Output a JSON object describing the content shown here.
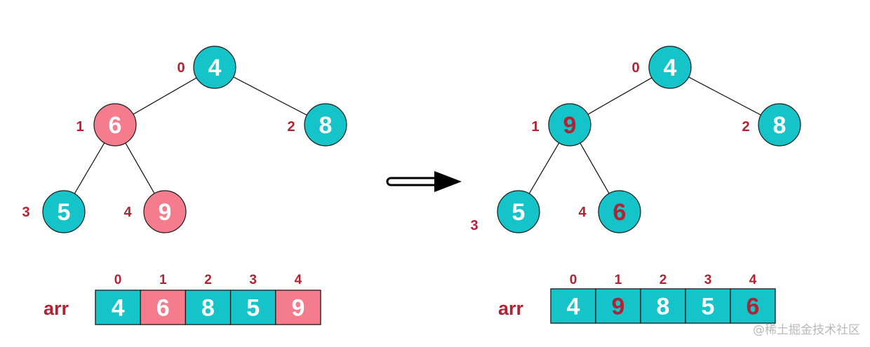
{
  "colors": {
    "teal": "#14C4C8",
    "pink": "#F47C8C",
    "label_red": "#B22233",
    "white": "#FFFFFF",
    "edge": "#1a1a1a"
  },
  "array_name": "arr",
  "before": {
    "nodes": [
      {
        "index": "0",
        "value": "4",
        "fill": "teal",
        "text": "white"
      },
      {
        "index": "1",
        "value": "6",
        "fill": "pink",
        "text": "white"
      },
      {
        "index": "2",
        "value": "8",
        "fill": "teal",
        "text": "white"
      },
      {
        "index": "3",
        "value": "5",
        "fill": "teal",
        "text": "white"
      },
      {
        "index": "4",
        "value": "9",
        "fill": "pink",
        "text": "white"
      }
    ],
    "edges": [
      [
        0,
        1
      ],
      [
        0,
        2
      ],
      [
        1,
        3
      ],
      [
        1,
        4
      ]
    ],
    "array": [
      {
        "index": "0",
        "value": "4",
        "fill": "teal",
        "text": "white"
      },
      {
        "index": "1",
        "value": "6",
        "fill": "pink",
        "text": "white"
      },
      {
        "index": "2",
        "value": "8",
        "fill": "teal",
        "text": "white"
      },
      {
        "index": "3",
        "value": "5",
        "fill": "teal",
        "text": "white"
      },
      {
        "index": "4",
        "value": "9",
        "fill": "pink",
        "text": "white"
      }
    ]
  },
  "after": {
    "nodes": [
      {
        "index": "0",
        "value": "4",
        "fill": "teal",
        "text": "white"
      },
      {
        "index": "1",
        "value": "9",
        "fill": "teal",
        "text": "label_red"
      },
      {
        "index": "2",
        "value": "8",
        "fill": "teal",
        "text": "white"
      },
      {
        "index": "3",
        "value": "5",
        "fill": "teal",
        "text": "white"
      },
      {
        "index": "4",
        "value": "6",
        "fill": "teal",
        "text": "label_red"
      }
    ],
    "edges": [
      [
        0,
        1
      ],
      [
        0,
        2
      ],
      [
        1,
        3
      ],
      [
        1,
        4
      ]
    ],
    "array": [
      {
        "index": "0",
        "value": "4",
        "fill": "teal",
        "text": "white"
      },
      {
        "index": "1",
        "value": "9",
        "fill": "teal",
        "text": "label_red"
      },
      {
        "index": "2",
        "value": "8",
        "fill": "teal",
        "text": "white"
      },
      {
        "index": "3",
        "value": "5",
        "fill": "teal",
        "text": "white"
      },
      {
        "index": "4",
        "value": "6",
        "fill": "teal",
        "text": "label_red"
      }
    ]
  },
  "arrow_icon": "right-arrow-icon",
  "watermark": "@稀土掘金技术社区"
}
